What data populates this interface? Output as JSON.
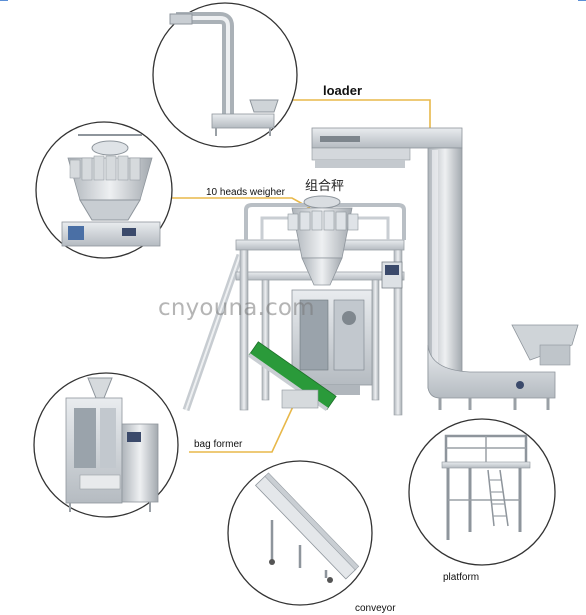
{
  "labels": {
    "loader": "loader",
    "weigher": "10 heads weigher",
    "bag_former": "bag former",
    "platform": "platform",
    "conveyor": "conveyor"
  },
  "machine": {
    "cn_text": "组合秤"
  },
  "watermark": "cnyouna.com",
  "colors": {
    "leader_line": "#e8b84a",
    "circle_stroke": "#333333",
    "steel": "#c9ced3",
    "steel_dark": "#8e959c",
    "belt": "#2a9a3a"
  }
}
